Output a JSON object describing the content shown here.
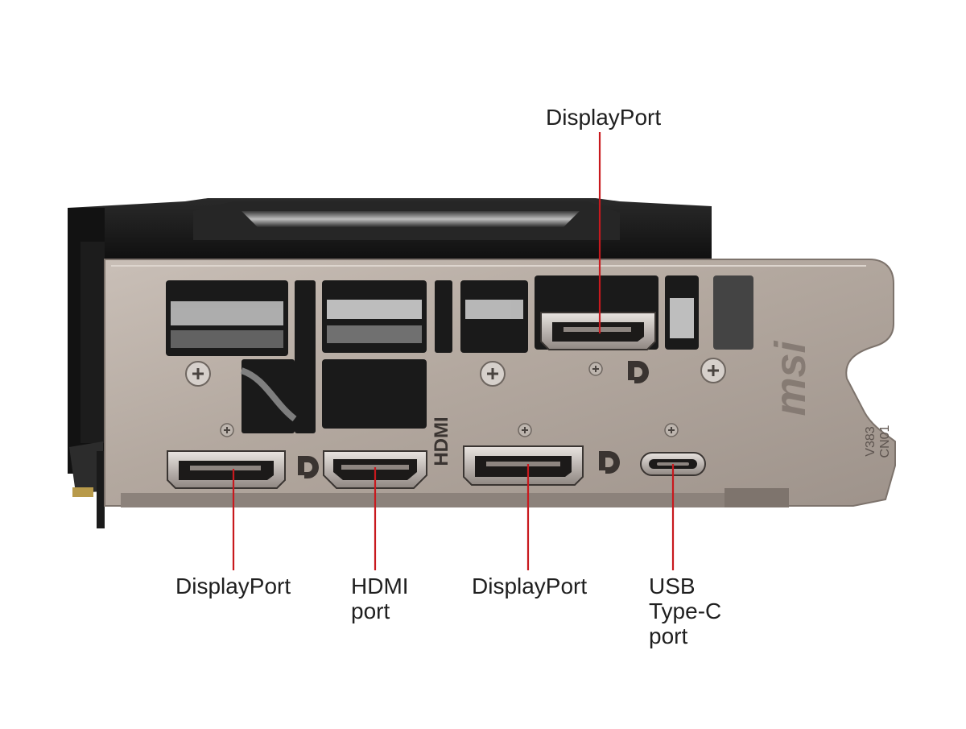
{
  "labels": {
    "top_displayport": "DisplayPort",
    "bottom_displayport_left": "DisplayPort",
    "hdmi": [
      "HDMI",
      "port"
    ],
    "bottom_displayport_right": "DisplayPort",
    "usb_c": [
      "USB",
      "Type-C",
      "port"
    ]
  },
  "bracket_engravings": {
    "brand": "msi",
    "hdmi": "HDMI",
    "dp_symbol": "D",
    "code": [
      "V383",
      "CN01"
    ]
  },
  "colors": {
    "leader_line": "#c8191e",
    "bracket_steel": "#b7aca3",
    "shroud": "#141414",
    "text": "#1f1f1f"
  }
}
